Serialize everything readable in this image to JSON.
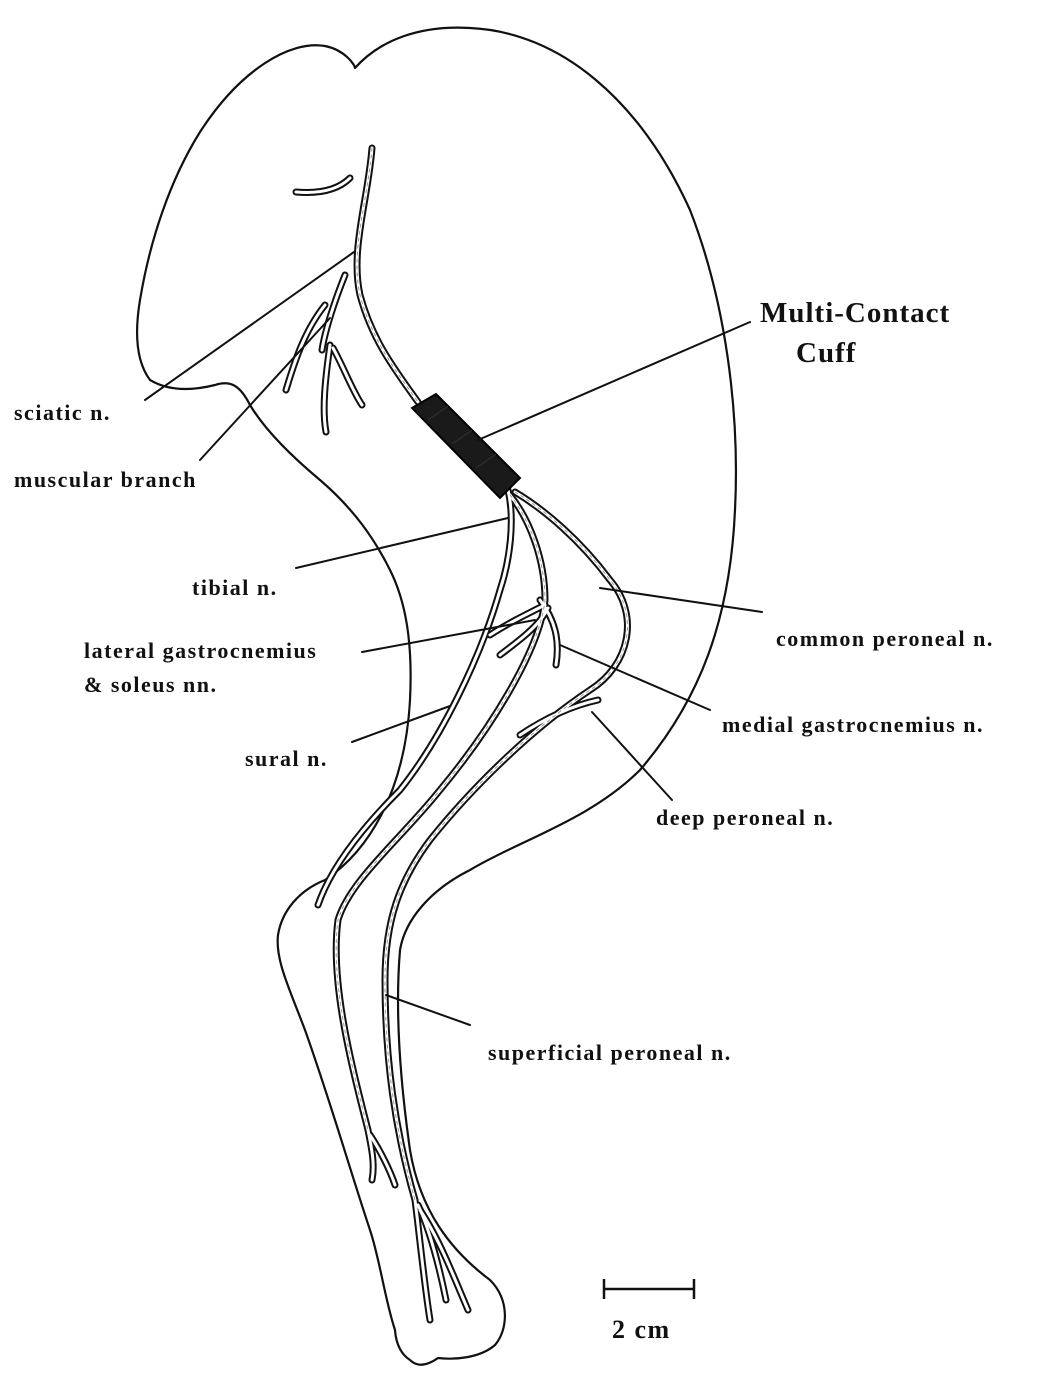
{
  "labels": {
    "cuff_line1": "Multi-Contact",
    "cuff_line2": "Cuff",
    "sciatic": "sciatic n.",
    "muscular_branch": "muscular branch",
    "tibial": "tibial n.",
    "lateral_gastroc_line1": "lateral gastrocnemius",
    "lateral_gastroc_line2": "& soleus nn.",
    "sural": "sural n.",
    "common_peroneal": "common peroneal n.",
    "medial_gastroc": "medial gastrocnemius n.",
    "deep_peroneal": "deep peroneal n.",
    "superficial_peroneal": "superficial peroneal n."
  },
  "scale_bar": {
    "label": "2 cm"
  }
}
